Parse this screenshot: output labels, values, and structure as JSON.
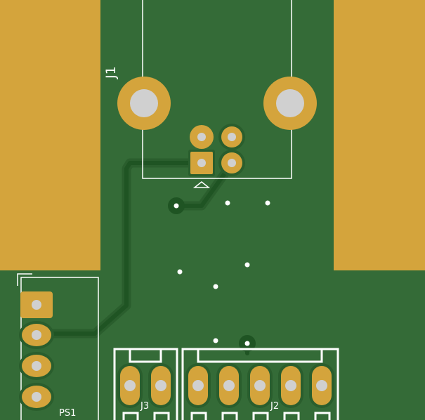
{
  "colors": {
    "board": "#346b37",
    "copper_pad": "#d4a43c",
    "trace": "#1f5423",
    "trace_clearance": "#2a5e2d",
    "silkscreen": "#ffffff",
    "drill": "#d0d0d0"
  },
  "refdes": {
    "j1": "J1",
    "j2": "J2",
    "j3": "J3",
    "ps1": "PS1"
  }
}
